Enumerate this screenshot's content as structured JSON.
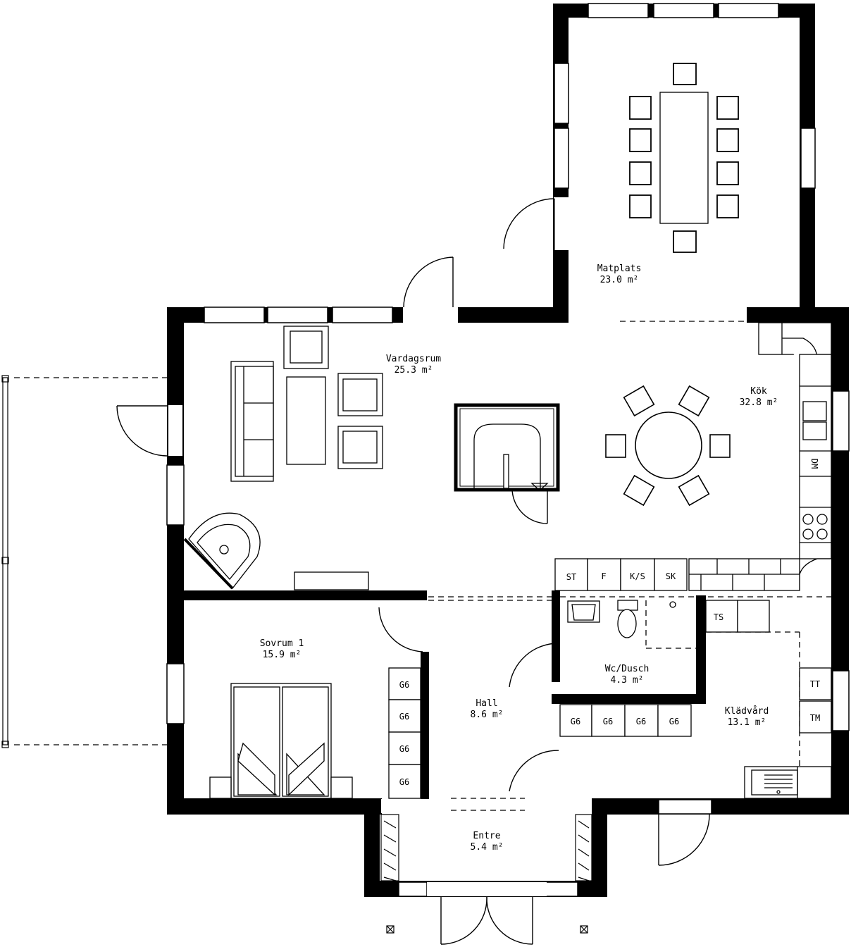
{
  "rooms": [
    {
      "id": "matplats",
      "name": "Matplats",
      "area": "23.0 m²"
    },
    {
      "id": "vardagsrum",
      "name": "Vardagsrum",
      "area": "25.3 m²"
    },
    {
      "id": "kok",
      "name": "Kök",
      "area": "32.8 m²"
    },
    {
      "id": "sovrum",
      "name": "Sovrum 1",
      "area": "15.9 m²"
    },
    {
      "id": "hall",
      "name": "Hall",
      "area": "8.6 m²"
    },
    {
      "id": "wc",
      "name": "Wc/Dusch",
      "area": "4.3 m²"
    },
    {
      "id": "kladvard",
      "name": "Klädvård",
      "area": "13.1 m²"
    },
    {
      "id": "entre",
      "name": "Entre",
      "area": "5.4 m²"
    }
  ],
  "appliances": {
    "st": "ST",
    "f": "F",
    "ks": "K/S",
    "sk": "SK",
    "dm": "DM",
    "ts": "TS",
    "tt": "TT",
    "tm": "TM"
  },
  "wardrobe_label": "G6"
}
